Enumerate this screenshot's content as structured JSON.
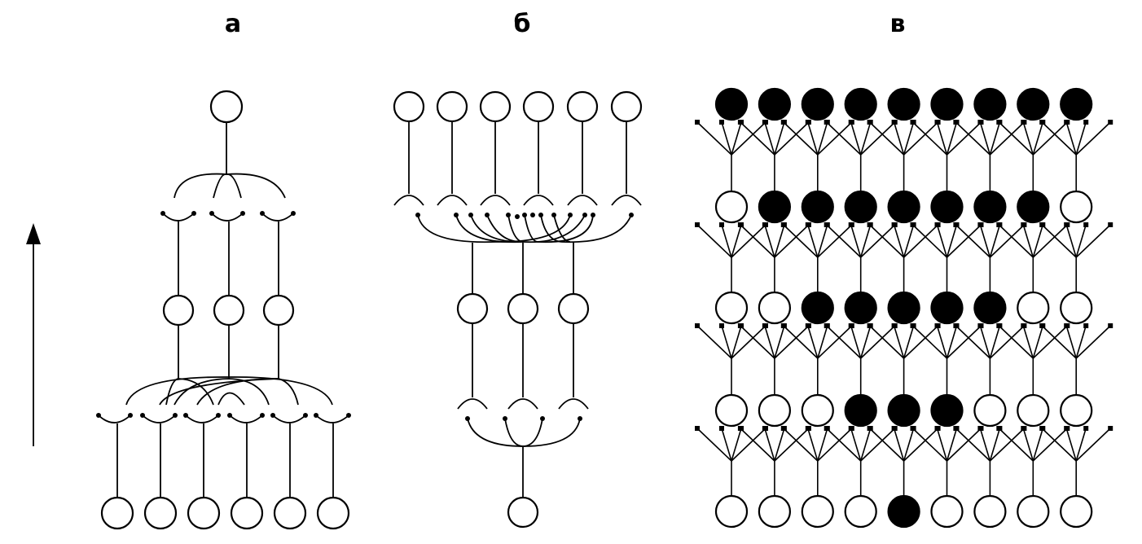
{
  "panels": [
    {
      "id": "a",
      "label": "а"
    },
    {
      "id": "b",
      "label": "б"
    },
    {
      "id": "v",
      "label": "в"
    }
  ],
  "colors": {
    "ink": "#000000",
    "background": "#ffffff",
    "active_node": "#000000",
    "inactive_node": "#ffffff"
  },
  "panel_v_active_layers": [
    [
      1,
      1,
      1,
      1,
      1,
      1,
      1,
      1,
      1
    ],
    [
      0,
      1,
      1,
      1,
      1,
      1,
      1,
      1,
      0
    ],
    [
      0,
      0,
      1,
      1,
      1,
      1,
      1,
      0,
      0
    ],
    [
      0,
      0,
      0,
      1,
      1,
      1,
      0,
      0,
      0
    ],
    [
      0,
      0,
      0,
      0,
      1,
      0,
      0,
      0,
      0
    ]
  ]
}
